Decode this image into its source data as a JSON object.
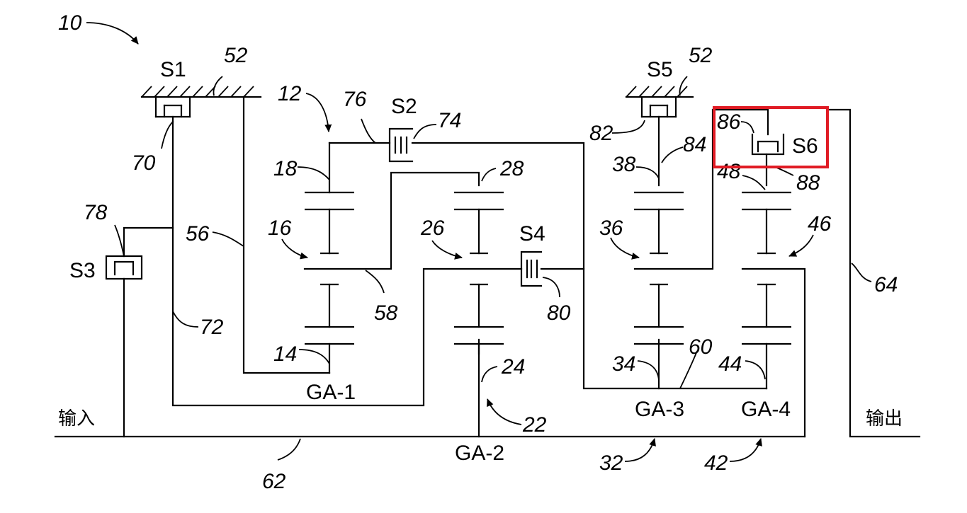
{
  "figure_number": "10",
  "colors": {
    "line": "#000000",
    "highlight": "#e01b24",
    "background": "#ffffff"
  },
  "labels": {
    "s1": "S1",
    "s2": "S2",
    "s3": "S3",
    "s4": "S4",
    "s5": "S5",
    "s6": "S6",
    "ga1": "GA-1",
    "ga2": "GA-2",
    "ga3": "GA-3",
    "ga4": "GA-4",
    "input": "输入",
    "output": "输出"
  },
  "refs": {
    "r12": "12",
    "r14": "14",
    "r16": "16",
    "r18": "18",
    "r22": "22",
    "r24": "24",
    "r26": "26",
    "r28": "28",
    "r32": "32",
    "r34": "34",
    "r36": "36",
    "r38": "38",
    "r42": "42",
    "r44": "44",
    "r46": "46",
    "r48": "48",
    "r52a": "52",
    "r52b": "52",
    "r56": "56",
    "r58": "58",
    "r60": "60",
    "r62": "62",
    "r64": "64",
    "r70": "70",
    "r72": "72",
    "r74": "74",
    "r76": "76",
    "r78": "78",
    "r80": "80",
    "r82": "82",
    "r84": "84",
    "r86": "86",
    "r88": "88"
  },
  "highlight": {
    "target": "S6"
  }
}
